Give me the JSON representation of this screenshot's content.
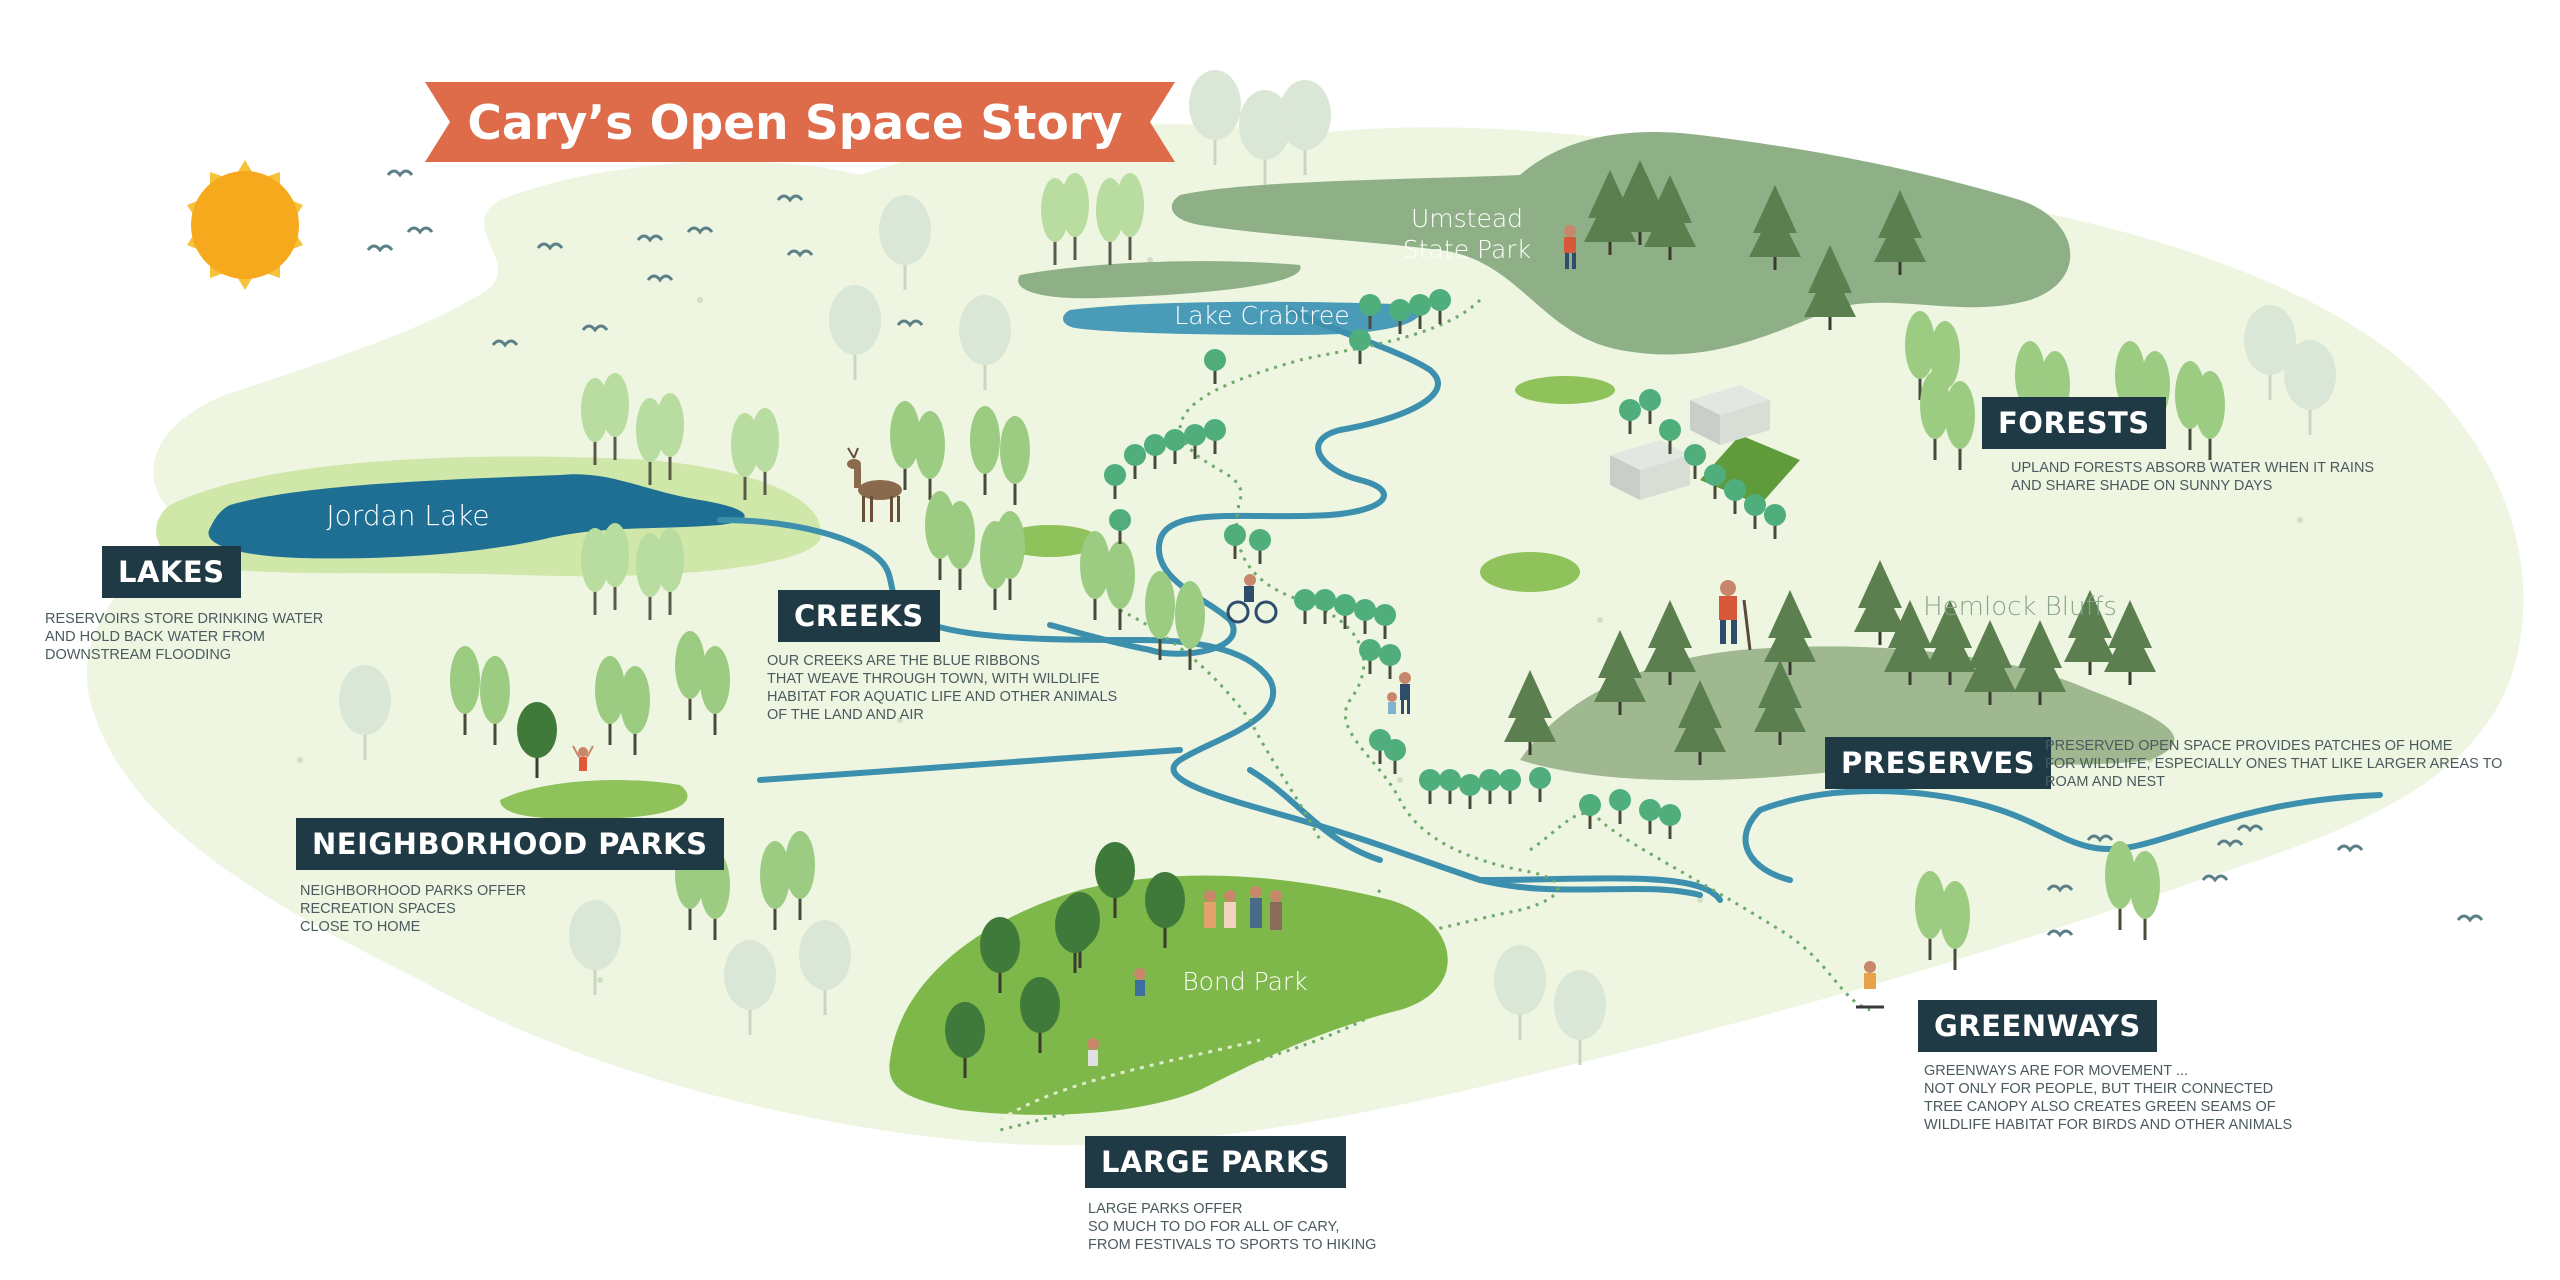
{
  "title": "Cary’s Open Space Story",
  "places": {
    "umstead_line1": "Umstead",
    "umstead_line2": "State Park",
    "lake_crabtree": "Lake Crabtree",
    "jordan_lake": "Jordan Lake",
    "hemlock_bluffs": "Hemlock Bluffs",
    "bond_park": "Bond Park"
  },
  "categories": {
    "lakes": {
      "label": "LAKES",
      "lines": [
        "RESERVOIRS STORE DRINKING WATER",
        "AND HOLD BACK WATER FROM",
        "DOWNSTREAM FLOODING"
      ]
    },
    "creeks": {
      "label": "CREEKS",
      "lines": [
        "OUR CREEKS ARE THE BLUE RIBBONS",
        "THAT WEAVE THROUGH TOWN, WITH WILDLIFE",
        "HABITAT FOR AQUATIC LIFE AND OTHER ANIMALS",
        "OF THE LAND AND AIR"
      ]
    },
    "forests": {
      "label": "FORESTS",
      "lines": [
        "UPLAND FORESTS ABSORB WATER WHEN IT RAINS",
        "AND SHARE SHADE ON SUNNY DAYS"
      ]
    },
    "preserves": {
      "label": "PRESERVES",
      "lines": [
        "PRESERVED OPEN SPACE PROVIDES PATCHES OF HOME",
        "FOR WILDLIFE, ESPECIALLY ONES THAT LIKE LARGER AREAS TO",
        "ROAM AND NEST"
      ]
    },
    "neighborhood_parks": {
      "label": "NEIGHBORHOOD PARKS",
      "lines": [
        "NEIGHBORHOOD PARKS OFFER",
        "RECREATION SPACES",
        "CLOSE TO HOME"
      ]
    },
    "large_parks": {
      "label": "LARGE PARKS",
      "lines": [
        "LARGE PARKS OFFER",
        "SO MUCH TO DO FOR ALL OF CARY,",
        "FROM FESTIVALS TO SPORTS TO HIKING"
      ]
    },
    "greenways": {
      "label": "GREENWAYS",
      "lines": [
        "GREENWAYS ARE FOR MOVEMENT ...",
        "NOT ONLY FOR PEOPLE, BUT THEIR CONNECTED",
        "TREE CANOPY ALSO CREATES GREEN SEAMS OF",
        "WILDLIFE HABITAT FOR BIRDS AND OTHER ANIMALS"
      ]
    }
  },
  "colors": {
    "land": "#eef6e2",
    "light_green": "#cfe7a8",
    "mid_green": "#8fc25b",
    "dark_green": "#5f9a3b",
    "umstead": "#8fb086",
    "water": "#1f6f95",
    "creek": "#3d8fae",
    "banner": "#de6b4a",
    "label_bg": "#1f3a44",
    "sun": "#f6a91c"
  },
  "icons": [
    "sun-icon",
    "bird-icon",
    "deer-icon",
    "cyclist-icon",
    "hiker-icon",
    "scooter-rider-icon",
    "building-icon",
    "tree-icon"
  ]
}
